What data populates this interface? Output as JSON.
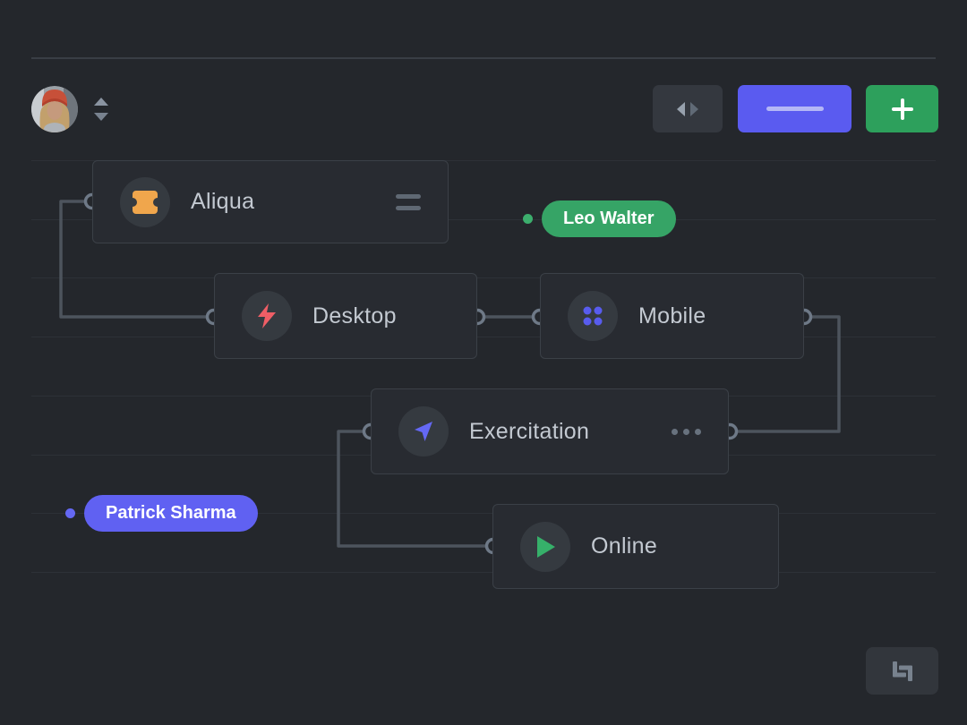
{
  "header": {
    "avatar": {
      "icon": "user-avatar-photo"
    },
    "buttons": [
      {
        "name": "swap-horizontal-button",
        "icon": "left-right-arrows-icon",
        "color": "#34383f"
      },
      {
        "name": "primary-action-button",
        "icon": "minus-line-icon",
        "color": "#5a5bf0"
      },
      {
        "name": "add-button",
        "icon": "plus-icon",
        "color": "#2da05c"
      }
    ],
    "sort_icon": "up-down-arrows-icon"
  },
  "nodes": [
    {
      "label": "Aliqua",
      "icon": "ticket-icon",
      "accent": "#f0a64c",
      "menu_icon": "equals-icon"
    },
    {
      "label": "Desktop",
      "icon": "lightning-icon",
      "accent": "#ef5e66"
    },
    {
      "label": "Mobile",
      "icon": "dots-grid-icon",
      "accent": "#585cee"
    },
    {
      "label": "Exercitation",
      "icon": "paper-plane-icon",
      "accent": "#6468f4",
      "menu_icon": "ellipsis-icon"
    },
    {
      "label": "Online",
      "icon": "play-icon",
      "accent": "#36b06a"
    }
  ],
  "badges": [
    {
      "label": "Leo Walter",
      "color": "#36a466"
    },
    {
      "label": "Patrick Sharma",
      "color": "#6061f2"
    }
  ],
  "footer": {
    "settings_icon": "sliders-icon"
  },
  "colors": {
    "canvas": "#24272c",
    "node_background": "#282b31",
    "node_border": "#3b4047",
    "connector": "#4d545d",
    "port_ring": "#6e7987",
    "grid_line": "#2d3137"
  }
}
